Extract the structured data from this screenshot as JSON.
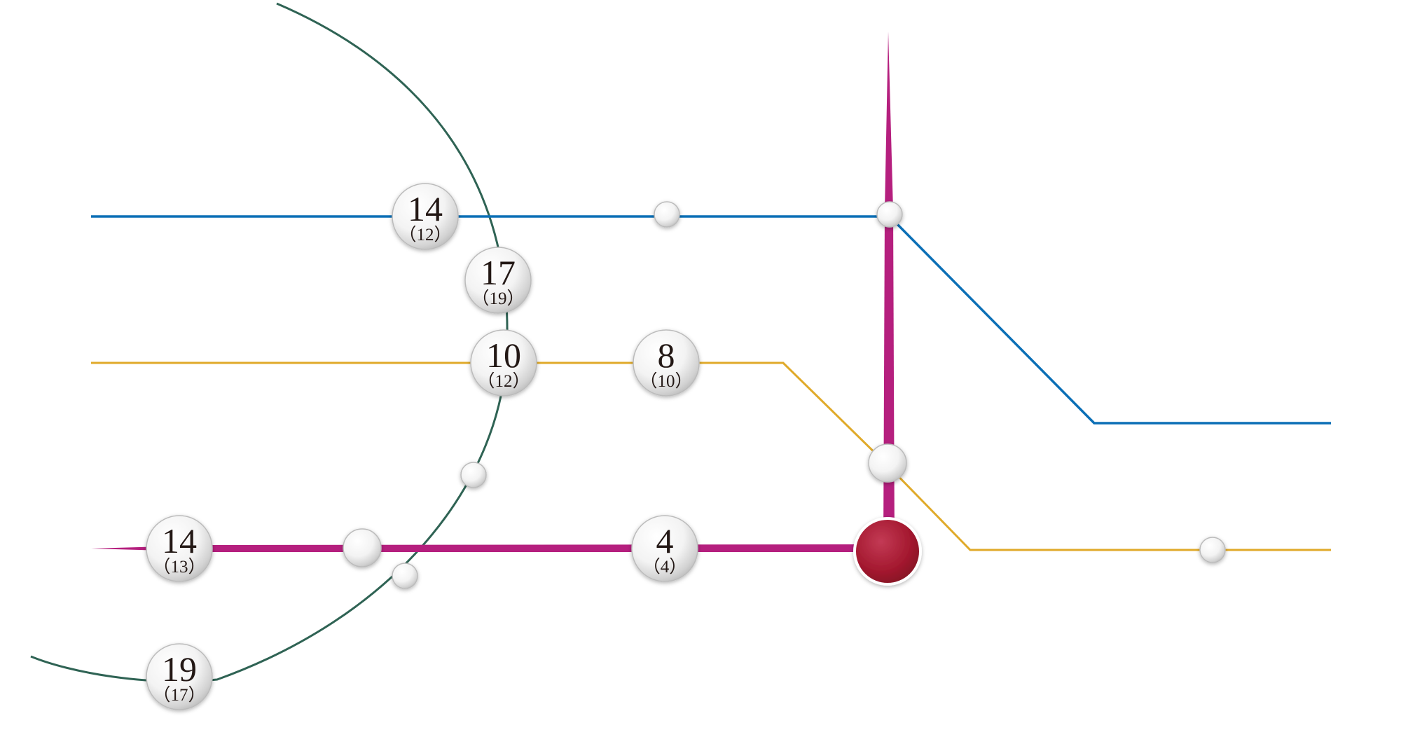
{
  "colors": {
    "blue_line": "#0b6fb6",
    "yellow_line": "#e0aa2a",
    "magenta_line": "#b51f7e",
    "green_line": "#2f6354",
    "hub_station": "#a4192f"
  },
  "stations": [
    {
      "id": "blue-west",
      "main": "14",
      "sub": "（12）"
    },
    {
      "id": "green-north",
      "main": "17",
      "sub": "（19）"
    },
    {
      "id": "green-yellow",
      "main": "10",
      "sub": "（12）"
    },
    {
      "id": "yellow-mid",
      "main": "8",
      "sub": "（10）"
    },
    {
      "id": "magenta-west",
      "main": "14",
      "sub": "（13）"
    },
    {
      "id": "magenta-mid",
      "main": "4",
      "sub": "（4）"
    },
    {
      "id": "green-south",
      "main": "19",
      "sub": "（17）"
    }
  ]
}
